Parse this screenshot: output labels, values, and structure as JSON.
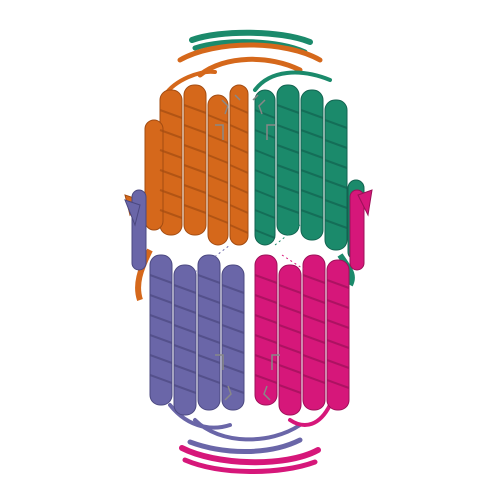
{
  "structure": {
    "chains": [
      {
        "id": "orange",
        "color": "#d5681b"
      },
      {
        "id": "green",
        "color": "#1b8a6b"
      },
      {
        "id": "purple",
        "color": "#6a66a8"
      },
      {
        "id": "magenta",
        "color": "#d6177a"
      }
    ],
    "background": "#ffffff"
  }
}
